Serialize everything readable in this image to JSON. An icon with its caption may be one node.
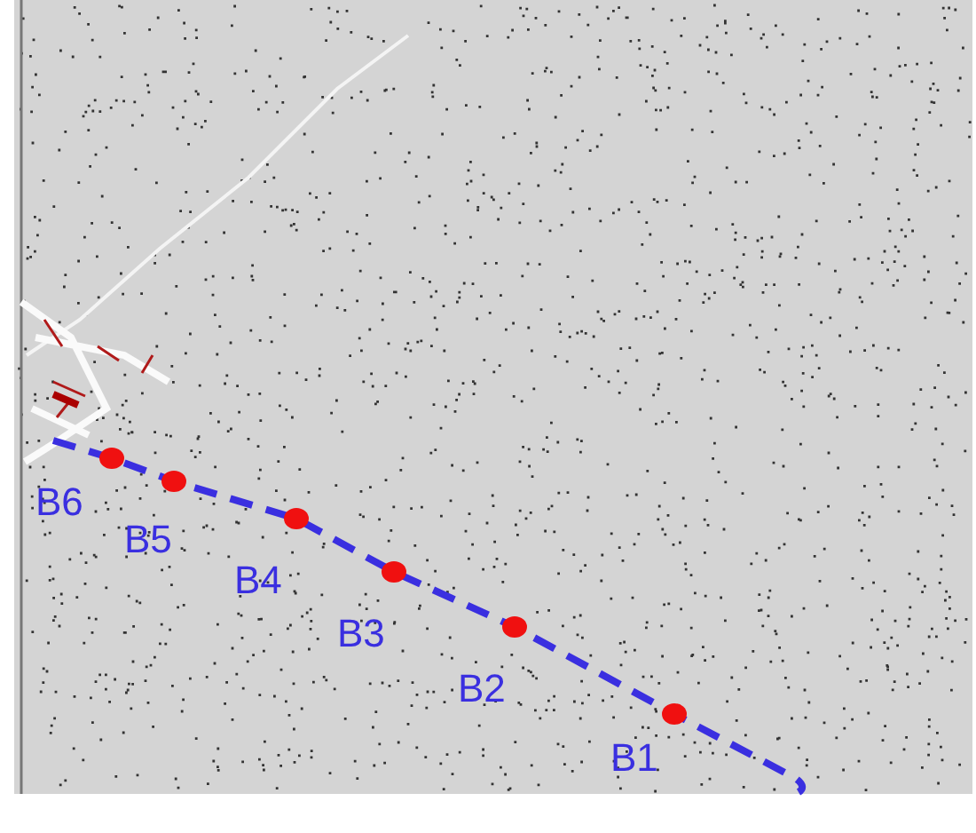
{
  "diagram": {
    "labels": [
      "B6",
      "B5",
      "B4",
      "B3",
      "B2",
      "B1"
    ]
  }
}
